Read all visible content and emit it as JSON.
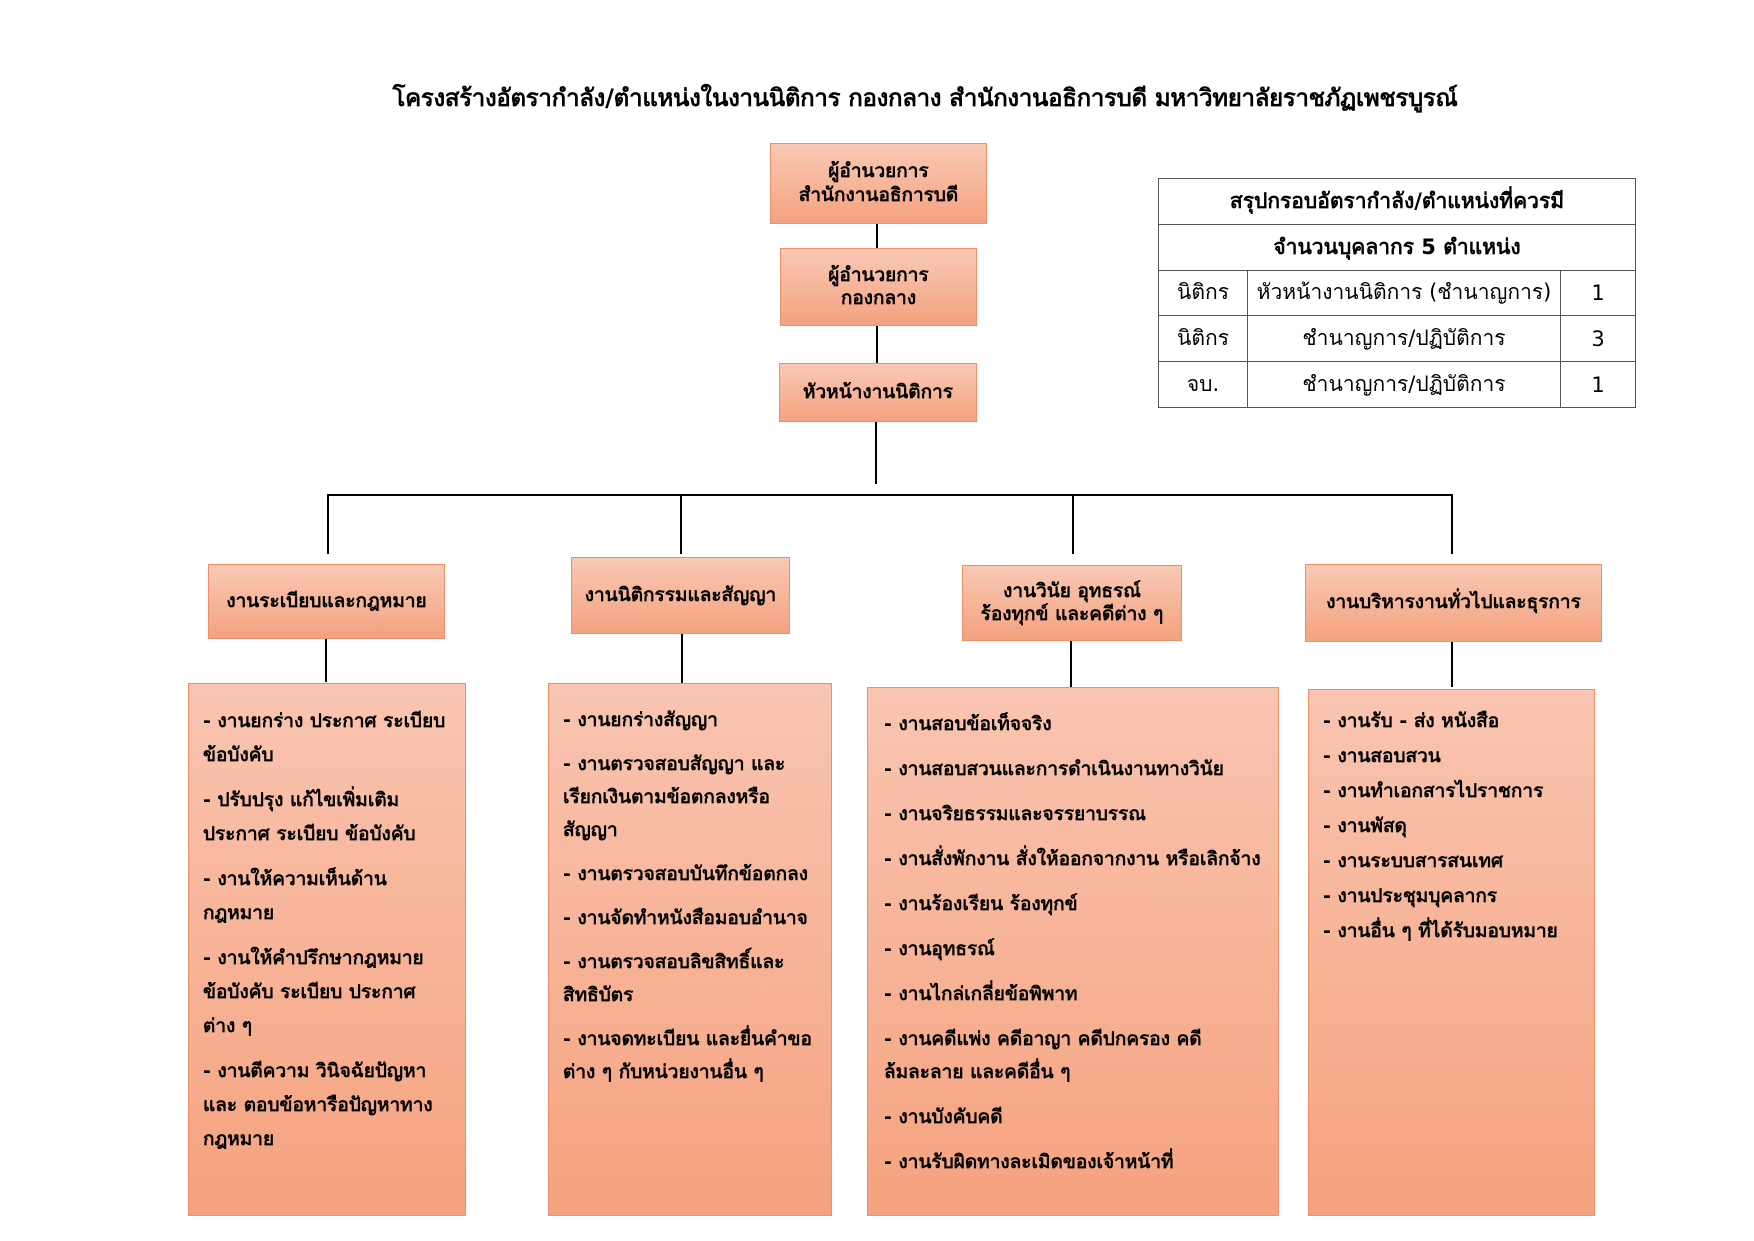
{
  "title": "โครงสร้างอัตรากำลัง/ตำแหน่งในงานนิติการ  กองกลาง  สำนักงานอธิการบดี  มหาวิทยาลัยราชภัฏเพชรบูรณ์",
  "hierarchy": {
    "top": [
      "ผู้อำนวยการ",
      "สำนักงานอธิการบดี"
    ],
    "middle": [
      "ผู้อำนวยการ",
      "กองกลาง"
    ],
    "head": "หัวหน้างานนิติการ"
  },
  "summary": {
    "header": "สรุปกรอบอัตรากำลัง/ตำแหน่งที่ควรมี",
    "subheader": "จำนวนบุคลากร 5 ตำแหน่ง",
    "rows": [
      {
        "type": "นิติกร",
        "position": "หัวหน้างานนิติการ (ชำนาญการ)",
        "count": "1"
      },
      {
        "type": "นิติกร",
        "position": "ชำนาญการ/ปฏิบัติการ",
        "count": "3"
      },
      {
        "type": "จบ.",
        "position": "ชำนาญการ/ปฏิบัติการ",
        "count": "1"
      }
    ]
  },
  "units": [
    {
      "name": [
        "งานระเบียบและกฎหมาย"
      ],
      "tasks": [
        "- งานยกร่าง ประกาศ ระเบียบ\n   ข้อบังคับ",
        "- ปรับปรุง แก้ไขเพิ่มเติม\n   ประกาศ ระเบียบ ข้อบังคับ",
        "- งานให้ความเห็นด้าน\n   กฎหมาย",
        "- งานให้คำปรึกษากฎหมาย\n   ข้อบังคับ ระเบียบ ประกาศ\n   ต่าง ๆ",
        "- งานตีความ วินิจฉัยปัญหา\n   และ ตอบข้อหารือปัญหาทาง\n   กฎหมาย"
      ]
    },
    {
      "name": [
        "งานนิติกรรมและสัญญา"
      ],
      "tasks": [
        "- งานยกร่างสัญญา",
        "- งานตรวจสอบสัญญา และ\n   เรียกเงินตามข้อตกลงหรือ\n   สัญญา",
        "- งานตรวจสอบบันทึกข้อตกลง",
        "- งานจัดทำหนังสือมอบอำนาจ",
        "- งานตรวจสอบลิขสิทธิ์และ\n   สิทธิบัตร",
        "- งานจดทะเบียน และยื่นคำขอ\n   ต่าง ๆ กับหน่วยงานอื่น ๆ"
      ]
    },
    {
      "name": [
        "งานวินัย อุทธรณ์",
        "ร้องทุกข์ และคดีต่าง ๆ"
      ],
      "tasks": [
        "- งานสอบข้อเท็จจริง",
        "- งานสอบสวนและการดำเนินงานทางวินัย",
        "- งานจริยธรรมและจรรยาบรรณ",
        "- งานสั่งพักงาน สั่งให้ออกจากงาน หรือเลิกจ้าง",
        "- งานร้องเรียน ร้องทุกข์",
        "- งานอุทธรณ์",
        "- งานไกล่เกลี่ยข้อพิพาท",
        "- งานคดีแพ่ง คดีอาญา คดีปกครอง คดี\nล้มละลาย และคดีอื่น ๆ",
        "- งานบังคับคดี",
        "- งานรับผิดทางละเมิดของเจ้าหน้าที่"
      ]
    },
    {
      "name": [
        "งานบริหารงานทั่วไปและธุรการ"
      ],
      "tasks": [
        "- งานรับ - ส่ง หนังสือ",
        "- งานสอบสวน",
        "- งานทำเอกสารไปราชการ",
        "- งานพัสดุ",
        "- งานระบบสารสนเทศ",
        "- งานประชุมบุคลากร",
        " - งานอื่น ๆ ที่ได้รับมอบหมาย"
      ]
    }
  ]
}
